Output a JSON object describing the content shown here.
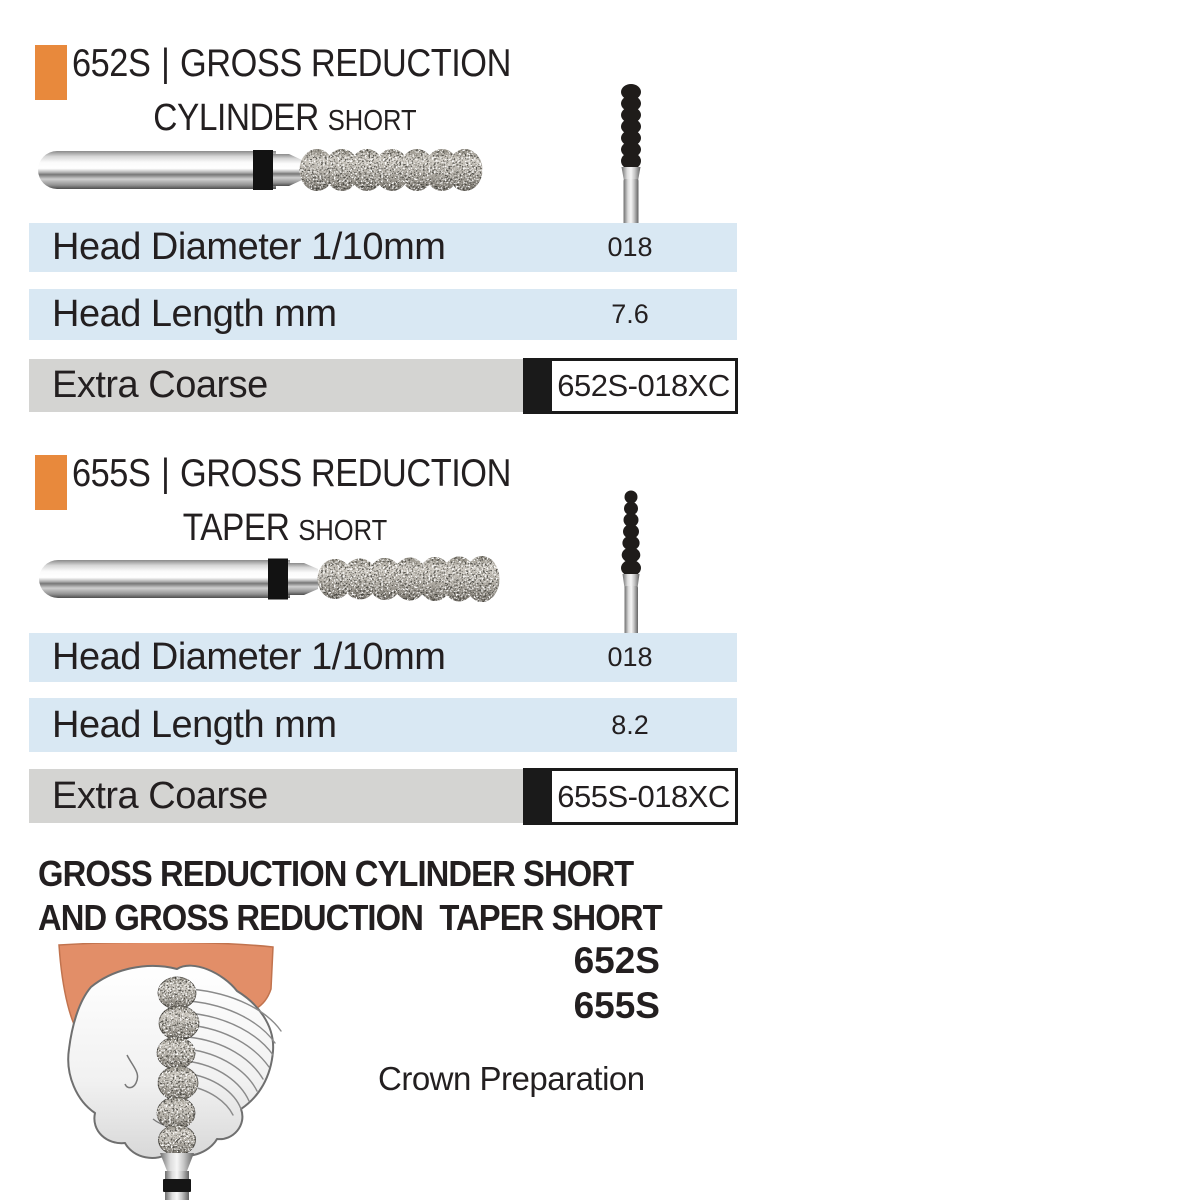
{
  "colors": {
    "accent_orange": "#E8893C",
    "row_blue": "#D9E8F3",
    "row_gray": "#D4D4D2",
    "text": "#231F20",
    "gum_pink": "#E28E68"
  },
  "sections": [
    {
      "code": "652S",
      "divider": "|",
      "family": "GROSS REDUCTION",
      "shape": "CYLINDER",
      "shape_suffix": "SHORT",
      "specs": [
        {
          "label": "Head Diameter 1/10mm",
          "value": "018"
        },
        {
          "label": "Head Length mm",
          "value": "7.6"
        }
      ],
      "grit": {
        "label": "Extra Coarse",
        "order_code": "652S-018XC"
      }
    },
    {
      "code": "655S",
      "divider": "|",
      "family": "GROSS REDUCTION",
      "shape": "TAPER",
      "shape_suffix": "SHORT",
      "specs": [
        {
          "label": "Head Diameter 1/10mm",
          "value": "018"
        },
        {
          "label": "Head Length mm",
          "value": "8.2"
        }
      ],
      "grit": {
        "label": "Extra Coarse",
        "order_code": "655S-018XC"
      }
    }
  ],
  "footer": {
    "title_line1": "GROSS REDUCTION CYLINDER SHORT",
    "title_line2": "AND GROSS REDUCTION  TAPER SHORT",
    "model_codes": [
      "652S",
      "655S"
    ],
    "application": "Crown Preparation"
  }
}
